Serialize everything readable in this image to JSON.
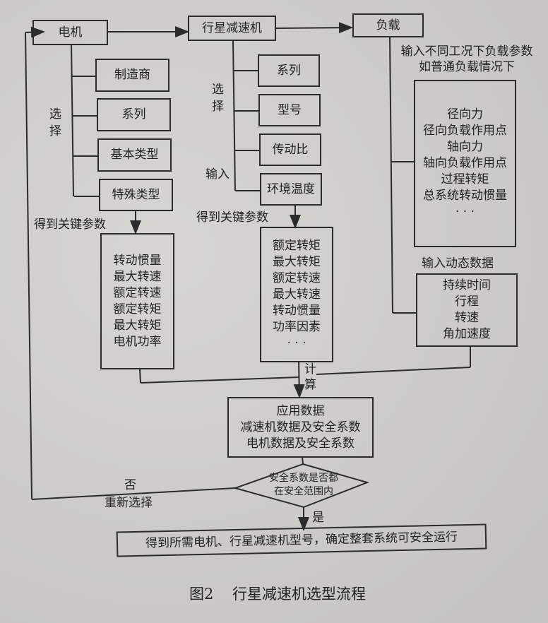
{
  "diagram": {
    "nodes": {
      "motor": "电机",
      "reducer": "行星减速机",
      "load": "负载",
      "motor_options": [
        "制造商",
        "系列",
        "基本类型",
        "特殊类型"
      ],
      "reducer_options": [
        "系列",
        "型号",
        "传动比",
        "环境温度"
      ],
      "motor_params": [
        "转动惯量",
        "最大转速",
        "额定转速",
        "额定转矩",
        "最大转矩",
        "电机功率"
      ],
      "reducer_params": [
        "额定转矩",
        "最大转矩",
        "额定转速",
        "最大转速",
        "转动惯量",
        "功率因素",
        "· · ·"
      ],
      "load_params": [
        "径向力",
        "径向负载作用点",
        "轴向力",
        "轴向负载作用点",
        "过程转矩",
        "总系统转动惯量",
        "· · ·"
      ],
      "dynamic_params": [
        "持续时间",
        "行程",
        "转速",
        "角加速度"
      ],
      "apply_data": [
        "应用数据",
        "减速机数据及安全系数",
        "电机数据及安全系数"
      ],
      "decision": [
        "安全系数是否都",
        "在安全范围内"
      ],
      "result": "得到所需电机、行星减速机型号，确定整套系统可安全运行"
    },
    "labels": {
      "motor_select": [
        "选",
        "择"
      ],
      "reducer_select": [
        "选",
        "择"
      ],
      "reducer_input": "输入",
      "motor_key_params": "得到关键参数",
      "reducer_key_params": "得到关键参数",
      "load_input_line1": "输入不同工况下负载参数",
      "load_input_line2": "如普通负载情况下",
      "dynamic_input": "输入动态数据",
      "calc": [
        "计",
        "算"
      ],
      "no": "否",
      "reselect": "重新选择",
      "yes": "是"
    },
    "caption": "图2    行星减速机选型流程"
  }
}
